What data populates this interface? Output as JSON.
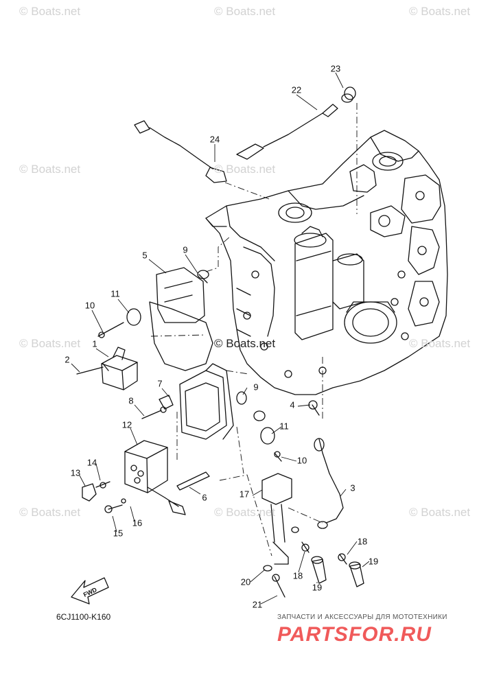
{
  "diagram": {
    "code": "6CJ1100-K160",
    "fwd_label": "FWD",
    "callouts": [
      {
        "id": "c23",
        "label": "23"
      },
      {
        "id": "c22",
        "label": "22"
      },
      {
        "id": "c24",
        "label": "24"
      },
      {
        "id": "c9a",
        "label": "9"
      },
      {
        "id": "c5",
        "label": "5"
      },
      {
        "id": "c11a",
        "label": "11"
      },
      {
        "id": "c10a",
        "label": "10"
      },
      {
        "id": "c1",
        "label": "1"
      },
      {
        "id": "c2",
        "label": "2"
      },
      {
        "id": "c7",
        "label": "7"
      },
      {
        "id": "c8",
        "label": "8"
      },
      {
        "id": "c9b",
        "label": "9"
      },
      {
        "id": "c4",
        "label": "4"
      },
      {
        "id": "c12",
        "label": "12"
      },
      {
        "id": "c11b",
        "label": "11"
      },
      {
        "id": "c10b",
        "label": "10"
      },
      {
        "id": "c14",
        "label": "14"
      },
      {
        "id": "c13",
        "label": "13"
      },
      {
        "id": "c6",
        "label": "6"
      },
      {
        "id": "c3",
        "label": "3"
      },
      {
        "id": "c17",
        "label": "17"
      },
      {
        "id": "c16",
        "label": "16"
      },
      {
        "id": "c15",
        "label": "15"
      },
      {
        "id": "c18a",
        "label": "18"
      },
      {
        "id": "c19a",
        "label": "19"
      },
      {
        "id": "c18b",
        "label": "18"
      },
      {
        "id": "c20",
        "label": "20"
      },
      {
        "id": "c19b",
        "label": "19"
      },
      {
        "id": "c21",
        "label": "21"
      }
    ]
  },
  "watermarks": {
    "text": "© Boats.net"
  },
  "branding": {
    "tagline": "ЗАПЧАСТИ И АКСЕССУАРЫ ДЛЯ МОТОТЕХНИКИ",
    "logo": "PARTSFOR.RU"
  }
}
